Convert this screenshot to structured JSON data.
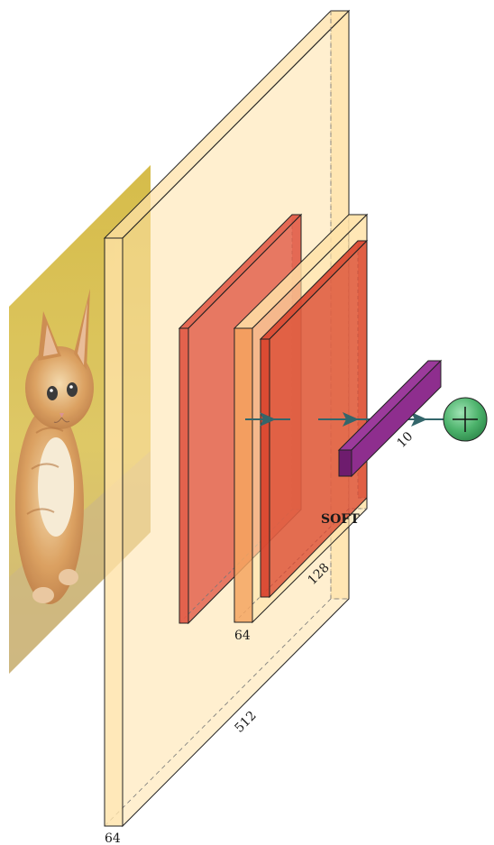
{
  "labels": {
    "input_depth": "64",
    "big_block_size": "512",
    "mid_block_depth": "64",
    "mid_block_size": "128",
    "fc_size": "10",
    "softmax": "SOFT"
  },
  "icons": {
    "input": "cat-photo",
    "sum": "plus-icon"
  },
  "colors": {
    "conv": "#FFE2A8",
    "pool": "#E15A46",
    "fc": "#8E2E8E",
    "sum": "#4CB26B",
    "arrow": "#33666B",
    "photo_bg": "#D9BF45"
  }
}
